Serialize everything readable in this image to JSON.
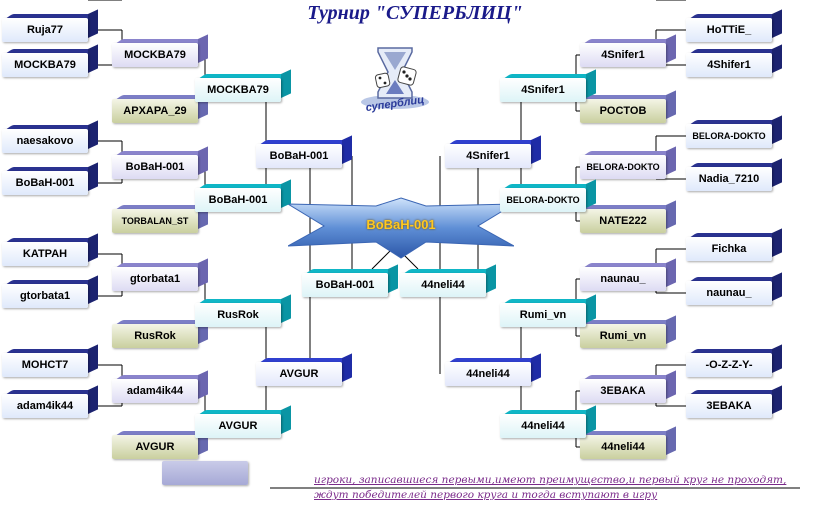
{
  "title": "Турнир \"СУПЕРБЛИЦ\"",
  "logo_text": "суперблиц",
  "champion": "BoBaH-001",
  "note": {
    "line1": "игроки, записавшиеся первыми,имеют преимущество,и первый круг не проходят,",
    "line2": "ждут победителей первого круга и тогда вступают в игру"
  },
  "left": {
    "r1": [
      "Ruja77",
      "MOCKBA79",
      "naesakovo",
      "BoBaH-001",
      "KATPAH",
      "gtorbata1",
      "MOHCT7",
      "adam4ik44"
    ],
    "r2": [
      "MOCKBA79",
      "APXAPA_29",
      "BoBaH-001",
      "TORBALAN_ST",
      "gtorbata1",
      "RusRok",
      "adam4ik44",
      "AVGUR"
    ],
    "r3": [
      "MOCKBA79",
      "BoBaH-001",
      "RusRok",
      "AVGUR"
    ],
    "r4": [
      "BoBaH-001",
      "AVGUR"
    ],
    "semi": "BoBaH-001"
  },
  "right": {
    "r1": [
      "HoTTiE_",
      "4Shifer1",
      "BELORA-DOKTO",
      "Nadia_7210",
      "Fichka",
      "naunau_",
      "-O-Z-Z-Y-",
      "3EBAKA"
    ],
    "r2": [
      "4Snifer1",
      "POCTOB",
      "BELORA-DOKTO",
      "NATE222",
      "naunau_",
      "Rumi_vn",
      "3EBAKA",
      "44neli44"
    ],
    "r3": [
      "4Snifer1",
      "BELORA-DOKTO",
      "Rumi_vn",
      "44neli44"
    ],
    "r4": [
      "4Snifer1",
      "44neli44"
    ],
    "semi": "44neli44"
  },
  "extra_box": ""
}
